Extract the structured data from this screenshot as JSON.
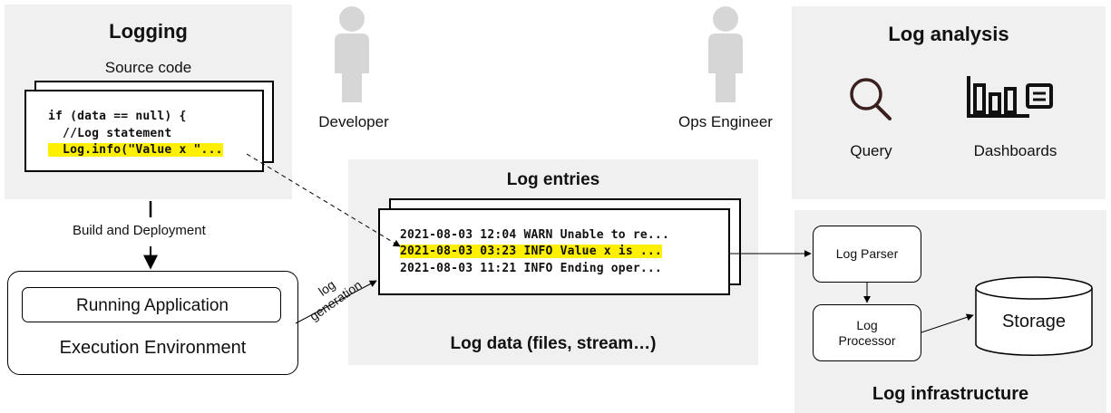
{
  "logging": {
    "title": "Logging",
    "source_code_label": "Source code",
    "code_lines": [
      "if (data == null) {",
      "  //Log statement",
      "  Log.info(\"Value x \"..."
    ]
  },
  "actors": {
    "developer": "Developer",
    "ops_engineer": "Ops Engineer"
  },
  "log_analysis": {
    "title": "Log analysis",
    "query_label": "Query",
    "dashboards_label": "Dashboards",
    "icons": [
      "search-icon",
      "dashboard-icon"
    ]
  },
  "log_entries": {
    "title": "Log entries",
    "lines": [
      "2021-08-03 12:04 WARN Unable to re...",
      "2021-08-03 03:23 INFO Value x is ...",
      "2021-08-03 11:21 INFO Ending oper..."
    ],
    "footer": "Log data (files, stream…)"
  },
  "build": {
    "label": "Build and Deployment"
  },
  "execution": {
    "running_app": "Running Application",
    "environment": "Execution Environment"
  },
  "log_generation_label": "log\ngeneration",
  "infrastructure": {
    "title": "Log infrastructure",
    "parser": "Log Parser",
    "processor": "Log\nProcessor",
    "storage": "Storage"
  },
  "colors": {
    "panel": "#f0f0f0",
    "highlight": "#ffef00",
    "person": "#d6d6d6",
    "icon_dark": "#3a1f1f"
  }
}
